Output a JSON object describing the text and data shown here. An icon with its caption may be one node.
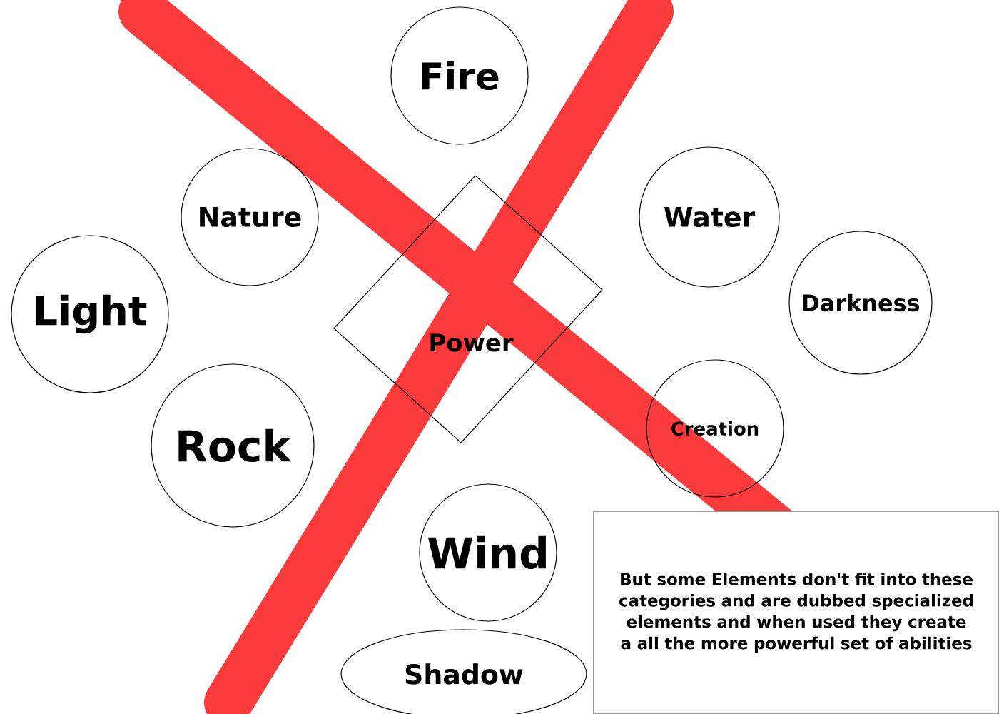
{
  "diagram": {
    "nodes": [
      {
        "text": [
          "Fire"
        ]
      },
      {
        "text": [
          "Nature"
        ]
      },
      {
        "text": [
          "Water"
        ]
      },
      {
        "text": [
          "Light"
        ]
      },
      {
        "text": [
          "Darkness"
        ]
      },
      {
        "text": [
          "Power"
        ]
      },
      {
        "text": [
          "Creation"
        ]
      },
      {
        "text": [
          "Rock"
        ]
      },
      {
        "text": [
          "Wind"
        ]
      },
      {
        "text": [
          "Shadow"
        ]
      },
      {
        "text": [
          "But some Elements don't fit into these categories and are dubbed specialized elements and when used they create a all the more powerful set of abilities"
        ]
      }
    ]
  }
}
